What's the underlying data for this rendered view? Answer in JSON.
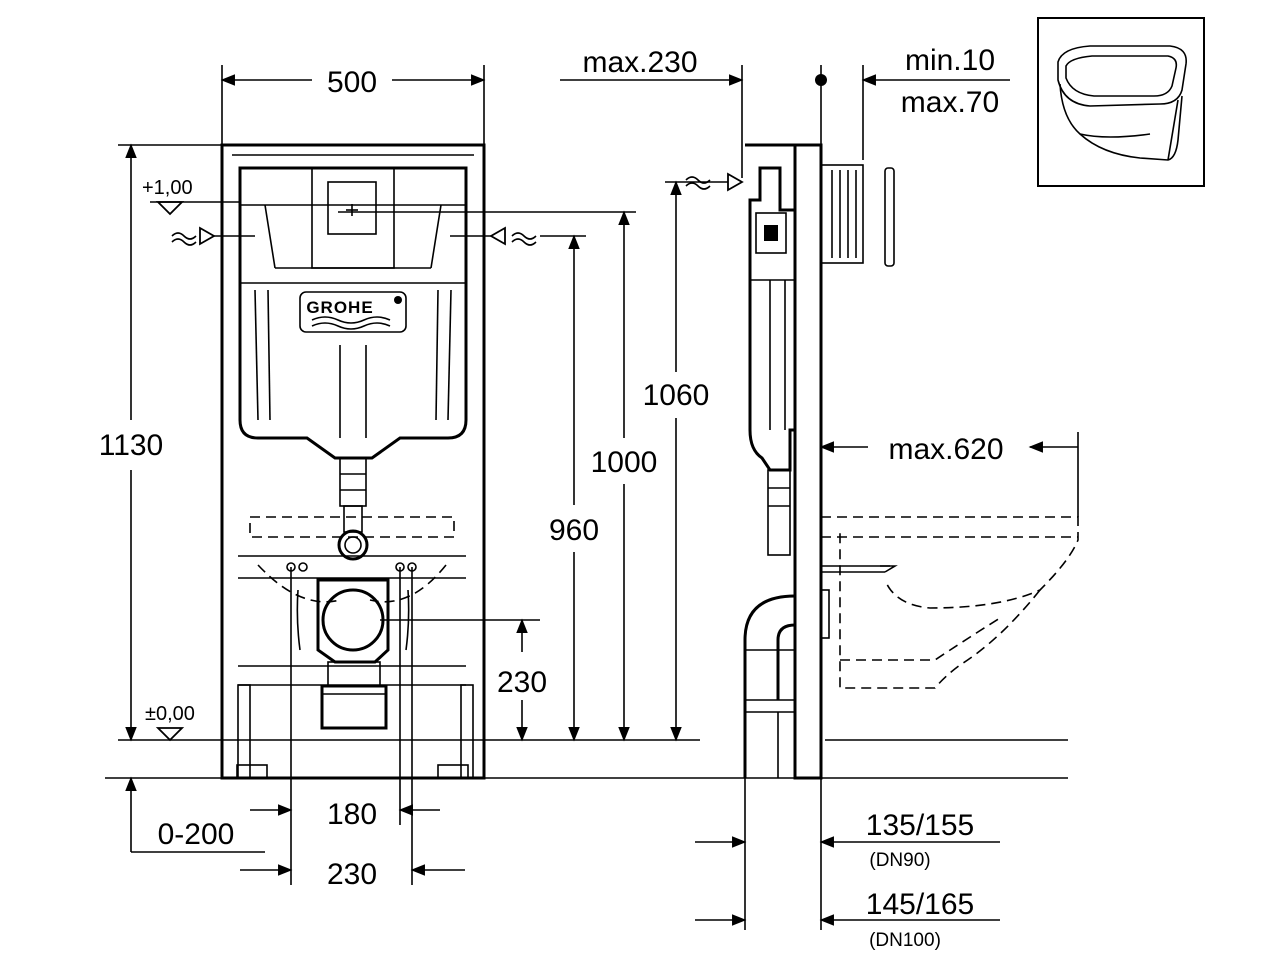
{
  "brand": {
    "logo_text": "GROHE"
  },
  "level_marks": {
    "top": "+1,00",
    "bottom": "±0,00"
  },
  "front_view": {
    "width": "500",
    "height": "1130",
    "inlet_height_high": "1060",
    "inlet_height_mid": "1000",
    "inlet_height_low": "960",
    "drain_height": "230",
    "floor_adjust": "0-200",
    "bolt_spacing": "180",
    "bracket_spacing": "230"
  },
  "side_view": {
    "top_offset": "max.230",
    "wall_depth_min": "min.10",
    "wall_depth_max": "max.70",
    "bowl_projection": "max.620",
    "drain_offset_90": "135/155",
    "drain_spec_90": "(DN90)",
    "drain_offset_100": "145/165",
    "drain_spec_100": "(DN100)"
  },
  "colors": {
    "line": "#000000",
    "background": "#ffffff"
  }
}
